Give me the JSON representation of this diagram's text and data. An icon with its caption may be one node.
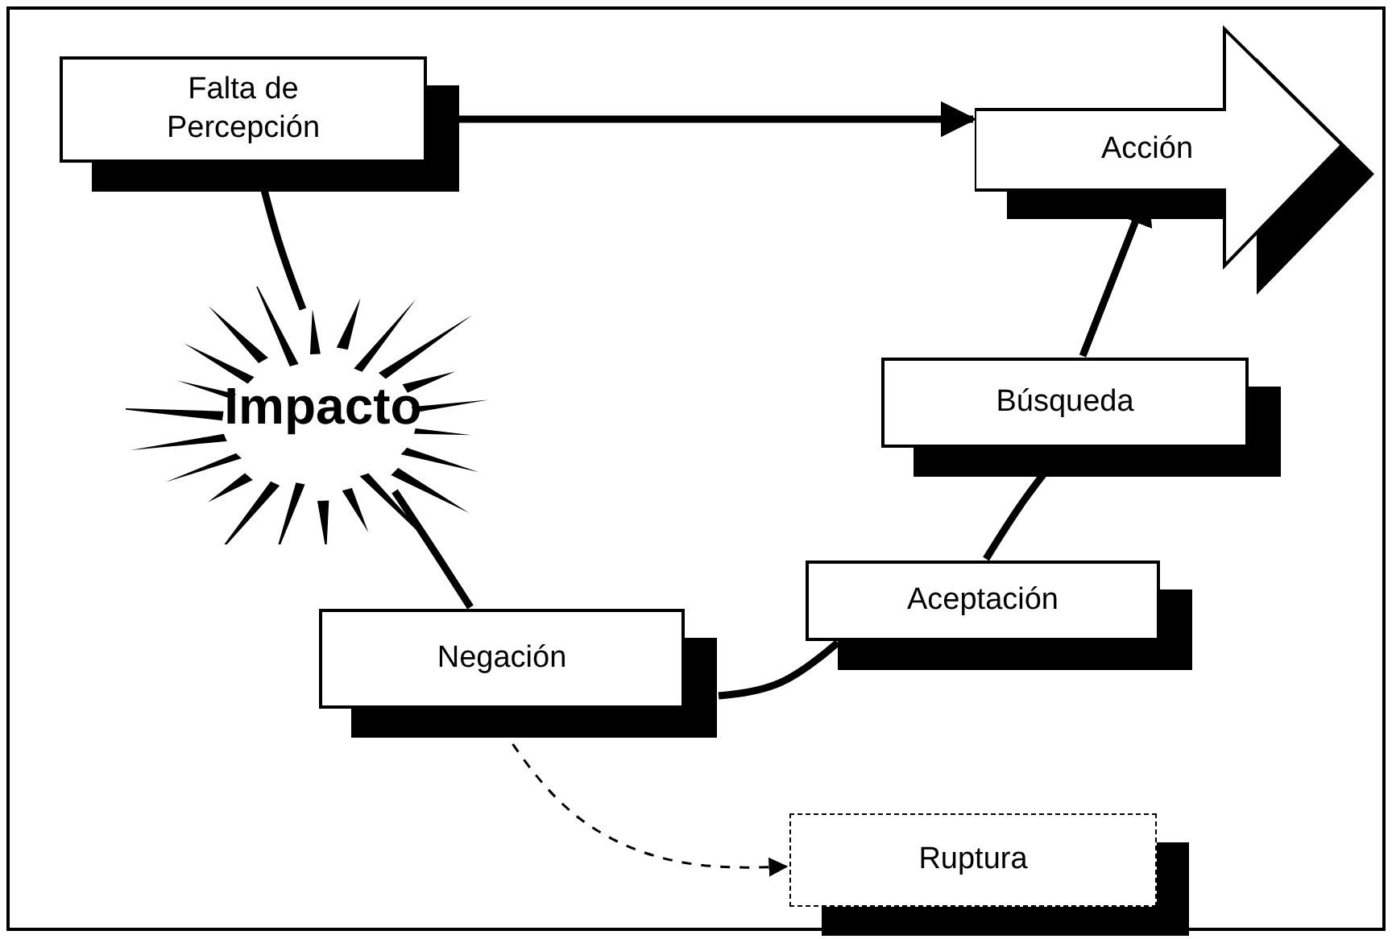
{
  "diagram": {
    "nodes": [
      {
        "text": [
          "Falta de Percepción"
        ]
      },
      {
        "text": [
          "Acción"
        ]
      },
      {
        "text": [
          "Impacto"
        ]
      },
      {
        "text": [
          "Búsqueda"
        ]
      },
      {
        "text": [
          "Aceptación"
        ]
      },
      {
        "text": [
          "Negación"
        ]
      },
      {
        "text": [
          "Ruptura"
        ]
      }
    ],
    "edges": [
      {
        "from": 0,
        "to": 1,
        "arrow": "to"
      },
      {
        "from": 0,
        "to": 2,
        "arrow": "none"
      },
      {
        "from": 2,
        "to": 5,
        "arrow": "none"
      },
      {
        "from": 5,
        "to": 4,
        "arrow": "none"
      },
      {
        "from": 4,
        "to": 3,
        "arrow": "none"
      },
      {
        "from": 3,
        "to": 1,
        "arrow": "to"
      },
      {
        "from": 5,
        "to": 6,
        "arrow": "to",
        "style": "dashed"
      }
    ]
  }
}
